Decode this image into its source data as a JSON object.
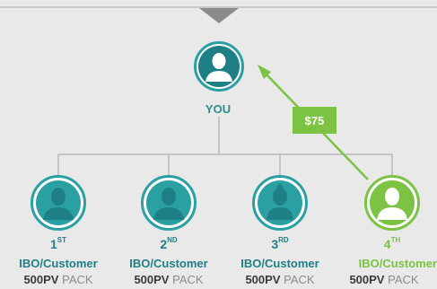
{
  "top": {
    "label": "YOU"
  },
  "commission": {
    "label": "$75"
  },
  "members": [
    {
      "rank_num": "1",
      "rank_suffix": "ST",
      "role": "IBO/Customer",
      "pv": "500PV",
      "pack": "PACK",
      "highlight": false
    },
    {
      "rank_num": "2",
      "rank_suffix": "ND",
      "role": "IBO/Customer",
      "pv": "500PV",
      "pack": "PACK",
      "highlight": false
    },
    {
      "rank_num": "3",
      "rank_suffix": "RD",
      "role": "IBO/Customer",
      "pv": "500PV",
      "pack": "PACK",
      "highlight": false
    },
    {
      "rank_num": "4",
      "rank_suffix": "TH",
      "role": "IBO/Customer",
      "pv": "500PV",
      "pack": "PACK",
      "highlight": true
    }
  ],
  "colors": {
    "teal": "#2aa0a3",
    "teal_dark": "#1f7f86",
    "green": "#7cc243",
    "text_teal": "#2a8e8a"
  }
}
